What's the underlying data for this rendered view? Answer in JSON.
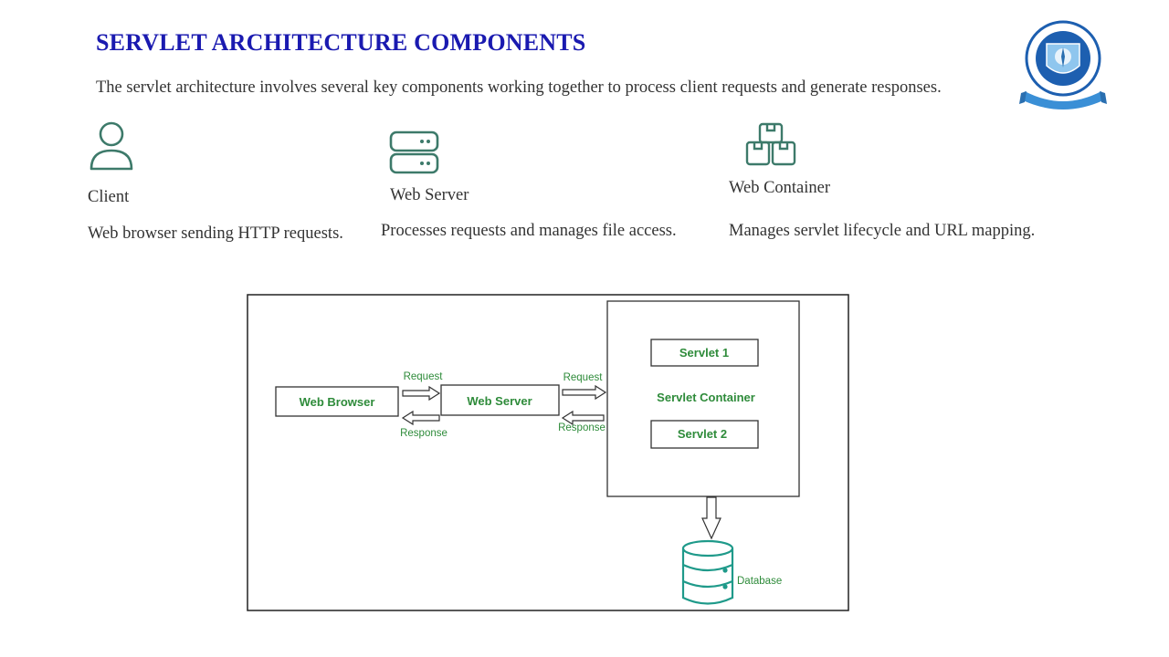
{
  "slide": {
    "title": "SERVLET ARCHITECTURE COMPONENTS",
    "subtitle": "The servlet architecture involves several key components working together to process client requests and generate responses."
  },
  "components": [
    {
      "icon": "user-icon",
      "name": "Client",
      "description": "Web browser sending HTTP requests."
    },
    {
      "icon": "server-icon",
      "name": "Web Server",
      "description": "Processes requests and manages file access."
    },
    {
      "icon": "boxes-icon",
      "name": "Web Container",
      "description": "Manages servlet lifecycle and URL mapping."
    }
  ],
  "diagram": {
    "web_browser": "Web Browser",
    "web_server": "Web Server",
    "servlet_container": "Servlet Container",
    "servlet_1": "Servlet 1",
    "servlet_2": "Servlet 2",
    "database": "Database",
    "request_1": "Request",
    "response_1": "Response",
    "request_2": "Request",
    "response_2": "Response"
  },
  "colors": {
    "title": "#1a1ab0",
    "icon": "#3d7a6a",
    "diagram_text": "#2e8b3a",
    "database": "#1f9a8a"
  }
}
